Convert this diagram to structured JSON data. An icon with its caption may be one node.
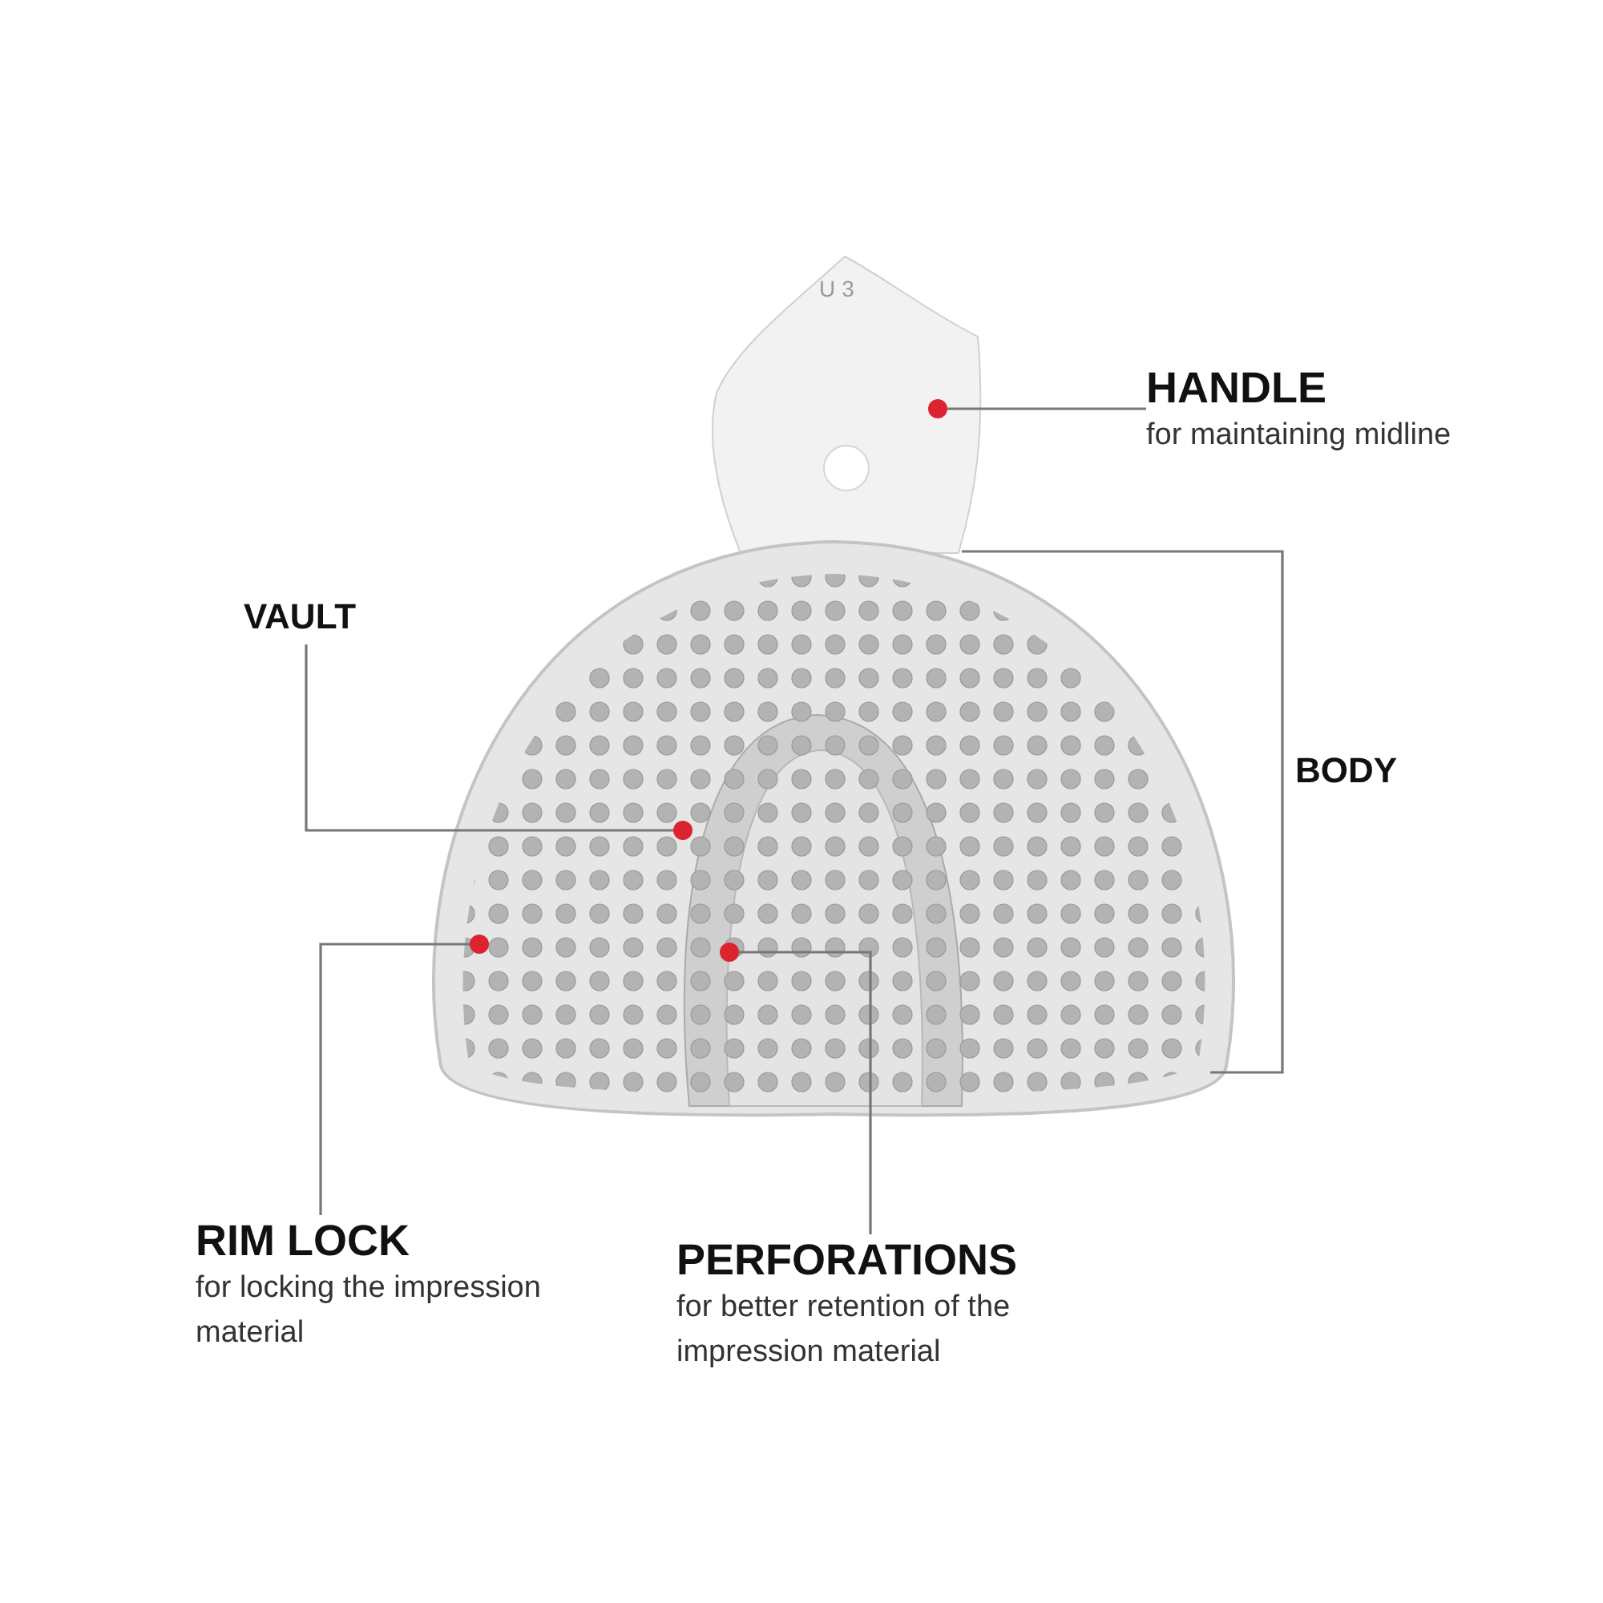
{
  "diagram": {
    "nodes": [
      {
        "text": [
          "HANDLE",
          "for maintaining midline"
        ]
      },
      {
        "text": [],
        "shape": "circle"
      },
      {
        "text": [
          "VAULT"
        ]
      },
      {
        "text": [],
        "shape": "circle"
      },
      {
        "text": [],
        "shape": "circle"
      },
      {
        "text": [],
        "shape": "circle"
      },
      {
        "text": [
          "RIM LOCK",
          "for locking the impression material"
        ]
      },
      {
        "text": [
          "PERFORATIONS",
          "for better retention of the impression material"
        ]
      }
    ],
    "edges": [
      {
        "from": 0,
        "to": 1,
        "arrow": "none"
      },
      {
        "from": 2,
        "to": 3,
        "arrow": "none"
      },
      {
        "from": 6,
        "to": 4,
        "arrow": "none"
      },
      {
        "from": 7,
        "to": 5,
        "arrow": "none"
      }
    ],
    "labels": [
      "U3",
      "BODY"
    ]
  }
}
